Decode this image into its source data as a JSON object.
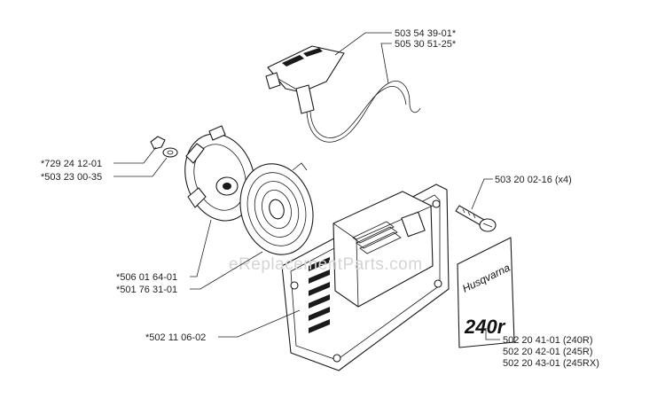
{
  "labels": {
    "handle_1": "503 54 39-01*",
    "handle_2": "505 30 51-25*",
    "screw_1": "*729 24 12-01",
    "washer_1": "*503 23 00-35",
    "screw_x4": "503 20 02-16 (x4)",
    "pulley": "*506 01 64-01",
    "spring": "*501 76 31-01",
    "housing": "*502 11 06-02",
    "decal_240r": "502 20 41-01 (240R)",
    "decal_245r": "502 20 42-01 (245R)",
    "decal_245rx": "502 20 43-01 (245RX)"
  },
  "decal": {
    "brand": "Husqvarna",
    "model": "240r"
  },
  "watermark": "eReplacementParts.com"
}
